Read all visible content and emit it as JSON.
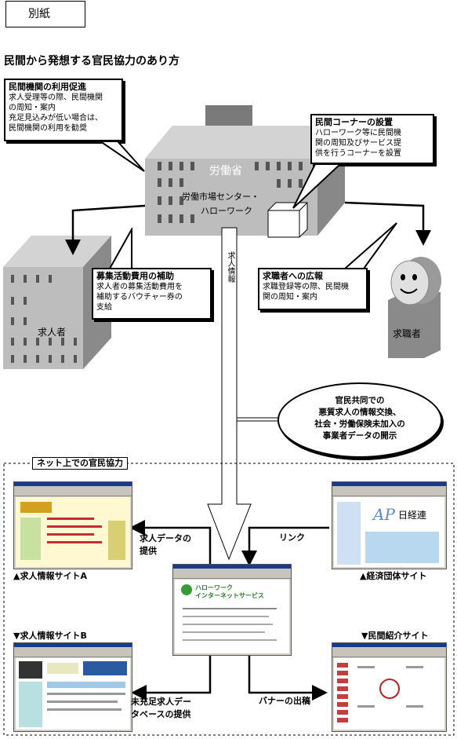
{
  "attachment_label": "別紙",
  "page_title": "民間から発想する官民協力のあり方",
  "ministry": {
    "name": "労働省",
    "office_line1": "労働市場センター・",
    "office_line2": "ハローワーク"
  },
  "callouts": {
    "private_use": {
      "title": "民間機関の利用促進",
      "lines": [
        "求人受理等の際、民間機関",
        "の周知・案内",
        "充足見込みが低い場合は、",
        "民間機関の利用を勧奨"
      ]
    },
    "private_corner": {
      "title": "民間コーナーの設置",
      "lines": [
        "ハローワーク等に民間機",
        "関の周知及びサービス提",
        "供を行うコーナーを設置"
      ]
    },
    "recruit_subsidy": {
      "title": "募集活動費用の補助",
      "lines": [
        "求人者の募集活動費用を",
        "補助するバウチャー券の",
        "支給"
      ]
    },
    "jobseeker_pr": {
      "title": "求職者への広報",
      "lines": [
        "求職登録等の際、民間機",
        "関の周知・案内"
      ]
    },
    "info_exchange": {
      "lines": [
        "官民共同での",
        "悪質求人の情報交換、",
        "社会・労働保険未加入の",
        "事業者データの開示"
      ]
    }
  },
  "actors": {
    "employer": "求人者",
    "jobseeker": "求職者"
  },
  "flow_label": "求人情報",
  "net_section": {
    "title": "ネット上での官民協力",
    "sites": {
      "job_site_a": "▲求人情報サイトA",
      "economic_org": "▲経済団体サイト",
      "job_site_b": "▼求人情報サイトB",
      "private_agency": "▼民間紹介サイト"
    },
    "arrows": {
      "job_data": [
        "求人データの",
        "提供"
      ],
      "link": "リンク",
      "unfilled_db": [
        "未充足求人デー",
        "タベースの提供"
      ],
      "banner": "バナーの出稿"
    },
    "hello_work_screen": {
      "title_line1": "ハローワーク",
      "title_line2": "インターネットサービス"
    },
    "economic_site_logo": "日経連"
  }
}
